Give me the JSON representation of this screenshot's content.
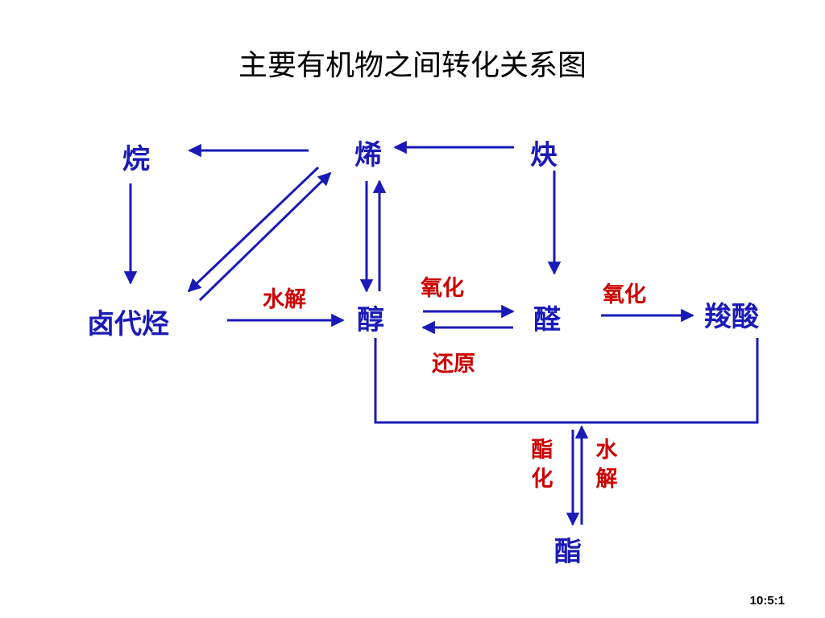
{
  "title": "主要有机物之间转化关系图",
  "nodes": {
    "alkane": "烷",
    "alkene": "烯",
    "alkyne": "炔",
    "haloalkane": "卤代烃",
    "alcohol": "醇",
    "aldehyde": "醛",
    "acid": "羧酸",
    "ester": "酯"
  },
  "labels": {
    "hydrolysis": "水解",
    "oxidation1": "氧化",
    "reduction": "还原",
    "oxidation2": "氧化",
    "esterification": "酯化",
    "ester_hydrolysis": "水解"
  },
  "slide_number": "10:5:1",
  "colors": {
    "node_text": "#1a1ab8",
    "label_text": "#cc0000",
    "arrow": "#1a1ab8"
  }
}
